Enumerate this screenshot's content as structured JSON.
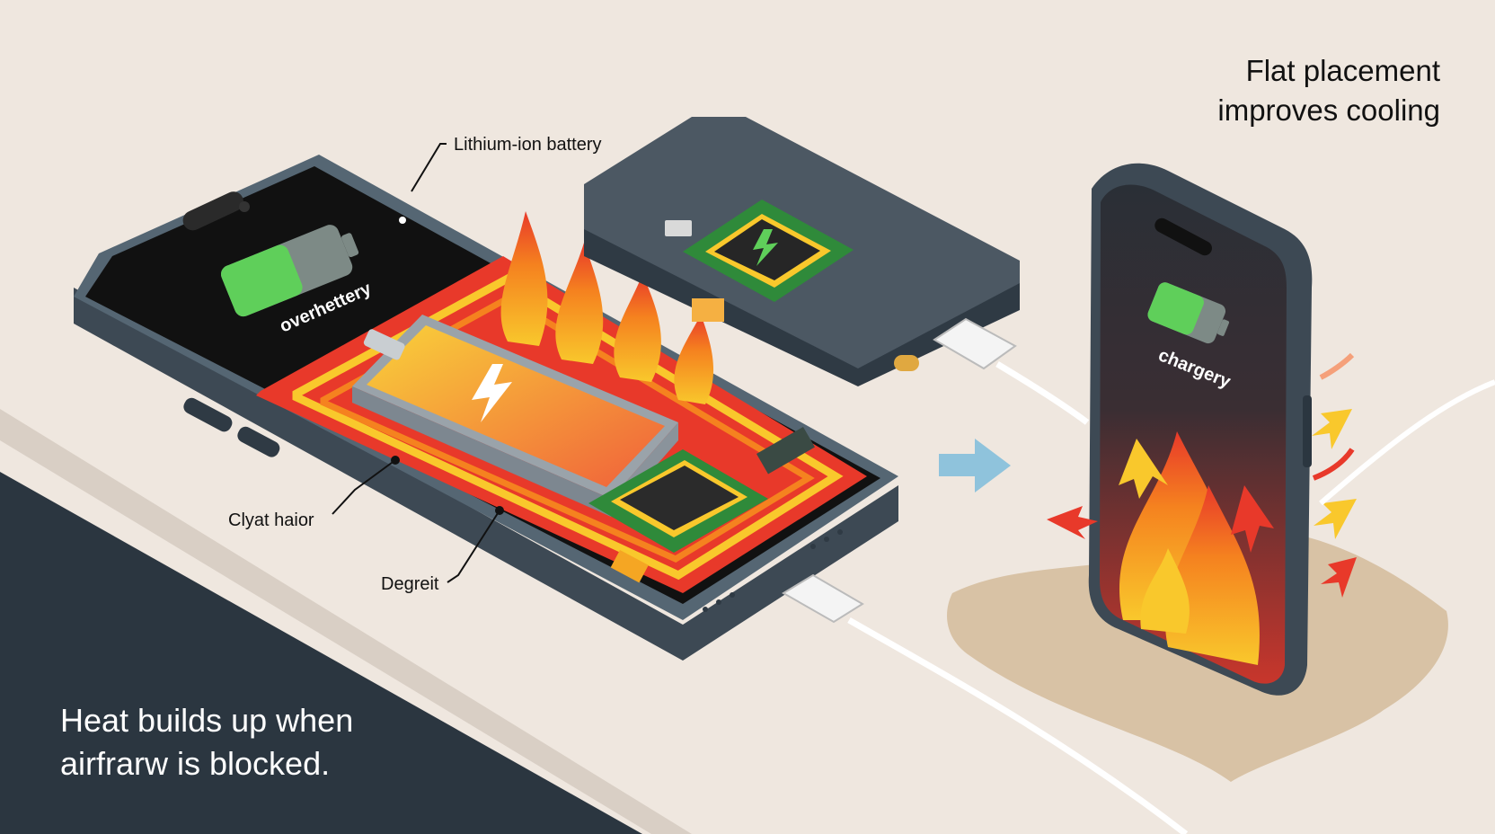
{
  "labels": {
    "lithium": "Lithium-ion battery",
    "screen_status": "overhettery",
    "clyat": "Clyat haior",
    "degreit": "Degreit",
    "side_status": "chargery",
    "flat_line1": "Flat placement",
    "flat_line2": "improves cooling",
    "heat_line1": "Heat builds up when",
    "heat_line2": "airfrarw is blocked."
  },
  "colors": {
    "background": "#efe7df",
    "table_edge": "#d9cfc5",
    "dark_floor": "#2b3640",
    "phone_frame": "#4b5a66",
    "screen": "#111111",
    "heat_red": "#e8392a",
    "heat_orange": "#f5821f",
    "heat_yellow": "#f9c82c",
    "battery_green": "#5fcf5a",
    "chip_green": "#2f8a3a",
    "arrow_blue": "#8fc3dc",
    "cloth": "#d8c2a5"
  },
  "icons": [
    "battery-icon",
    "lightning-icon",
    "flame-icon",
    "chip-icon",
    "arrow-right-icon",
    "usb-cable-icon"
  ]
}
